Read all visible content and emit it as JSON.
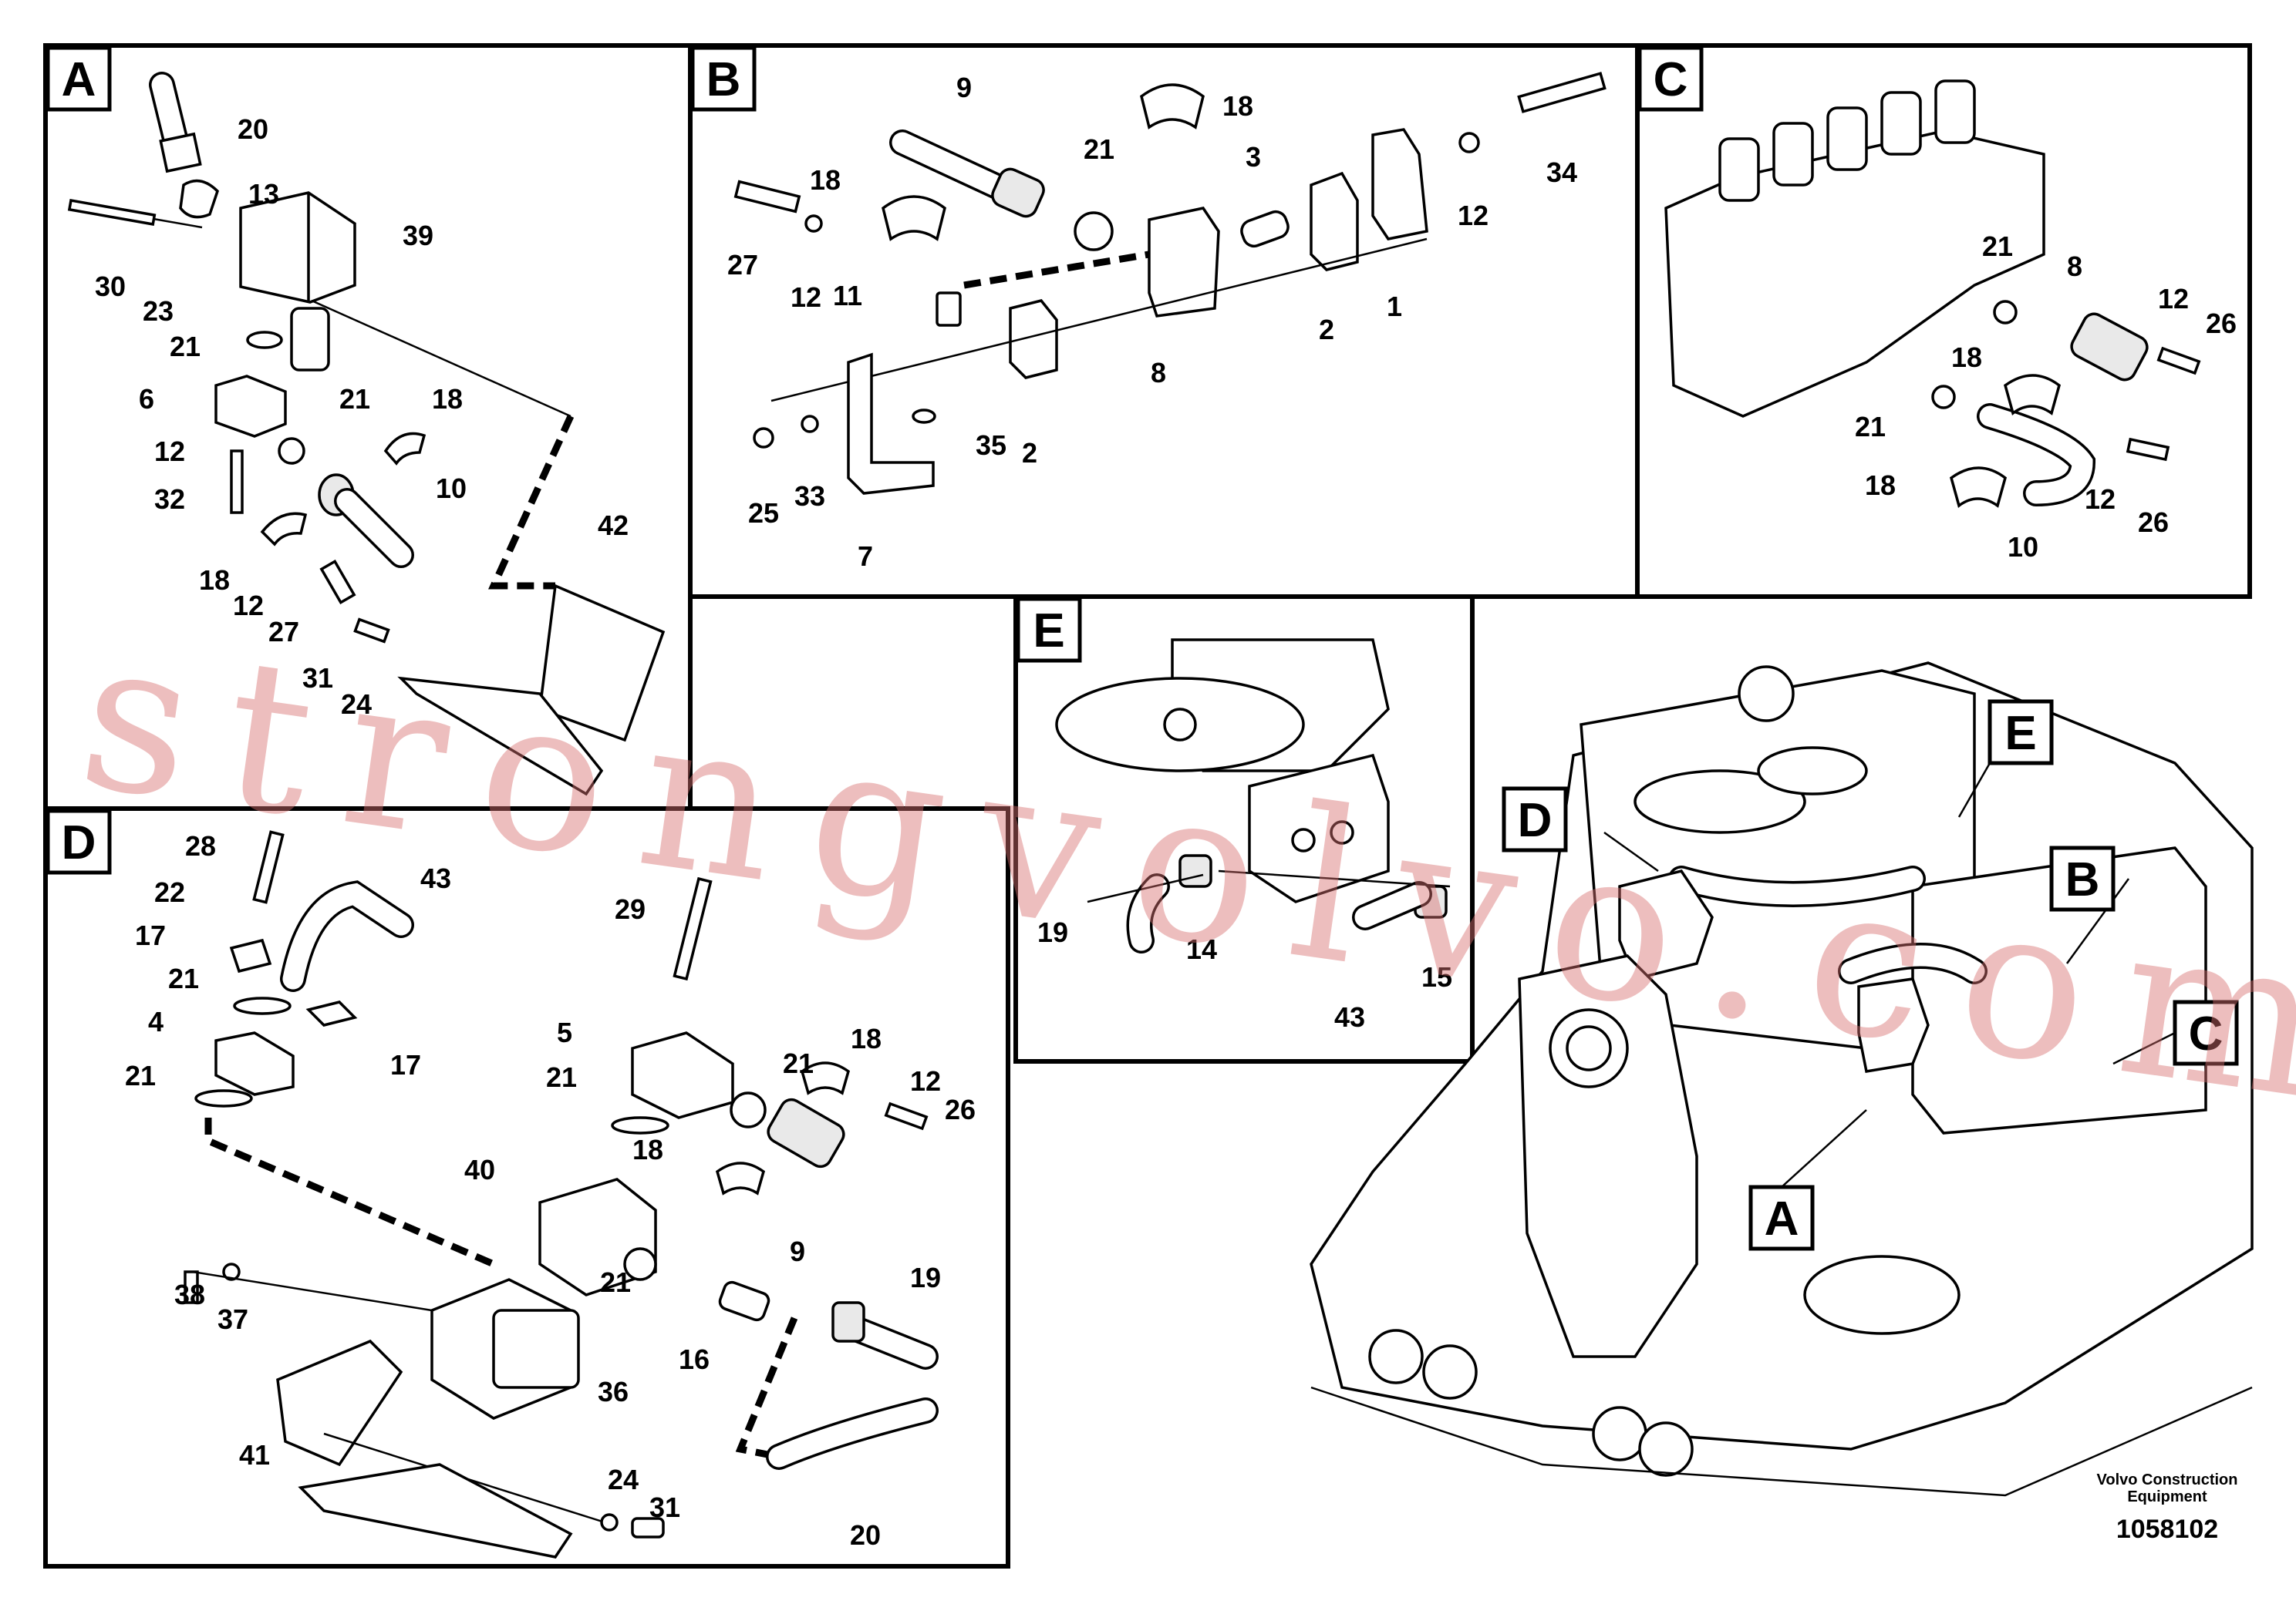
{
  "panels": {
    "a": {
      "letter": "A"
    },
    "b": {
      "letter": "B"
    },
    "c": {
      "letter": "C"
    },
    "d": {
      "letter": "D"
    },
    "e": {
      "letter": "E"
    }
  },
  "callouts": {
    "a": [
      "20",
      "13",
      "39",
      "30",
      "23",
      "21",
      "6",
      "21",
      "18",
      "12",
      "32",
      "10",
      "18",
      "12",
      "27",
      "42",
      "31",
      "24"
    ],
    "b": [
      "9",
      "18",
      "21",
      "3",
      "34",
      "18",
      "12",
      "27",
      "12",
      "11",
      "2",
      "8",
      "1",
      "25",
      "33",
      "35",
      "2",
      "7"
    ],
    "c": [
      "21",
      "8",
      "12",
      "26",
      "18",
      "21",
      "18",
      "12",
      "26",
      "10"
    ],
    "d": [
      "28",
      "22",
      "43",
      "17",
      "21",
      "17",
      "4",
      "21",
      "29",
      "5",
      "21",
      "18",
      "12",
      "26",
      "21",
      "18",
      "40",
      "9",
      "38",
      "37",
      "21",
      "19",
      "16",
      "36",
      "41",
      "24",
      "31",
      "20"
    ],
    "e": [
      "19",
      "14",
      "15",
      "43"
    ]
  },
  "overview_labels": [
    "D",
    "E",
    "B",
    "C",
    "A"
  ],
  "footer": {
    "company_line1": "Volvo Construction",
    "company_line2": "Equipment",
    "drawing_number": "1058102"
  },
  "watermark": "strongvolvo.com",
  "colors": {
    "line": "#000000",
    "watermark": "#d66e6e",
    "background": "#ffffff"
  }
}
